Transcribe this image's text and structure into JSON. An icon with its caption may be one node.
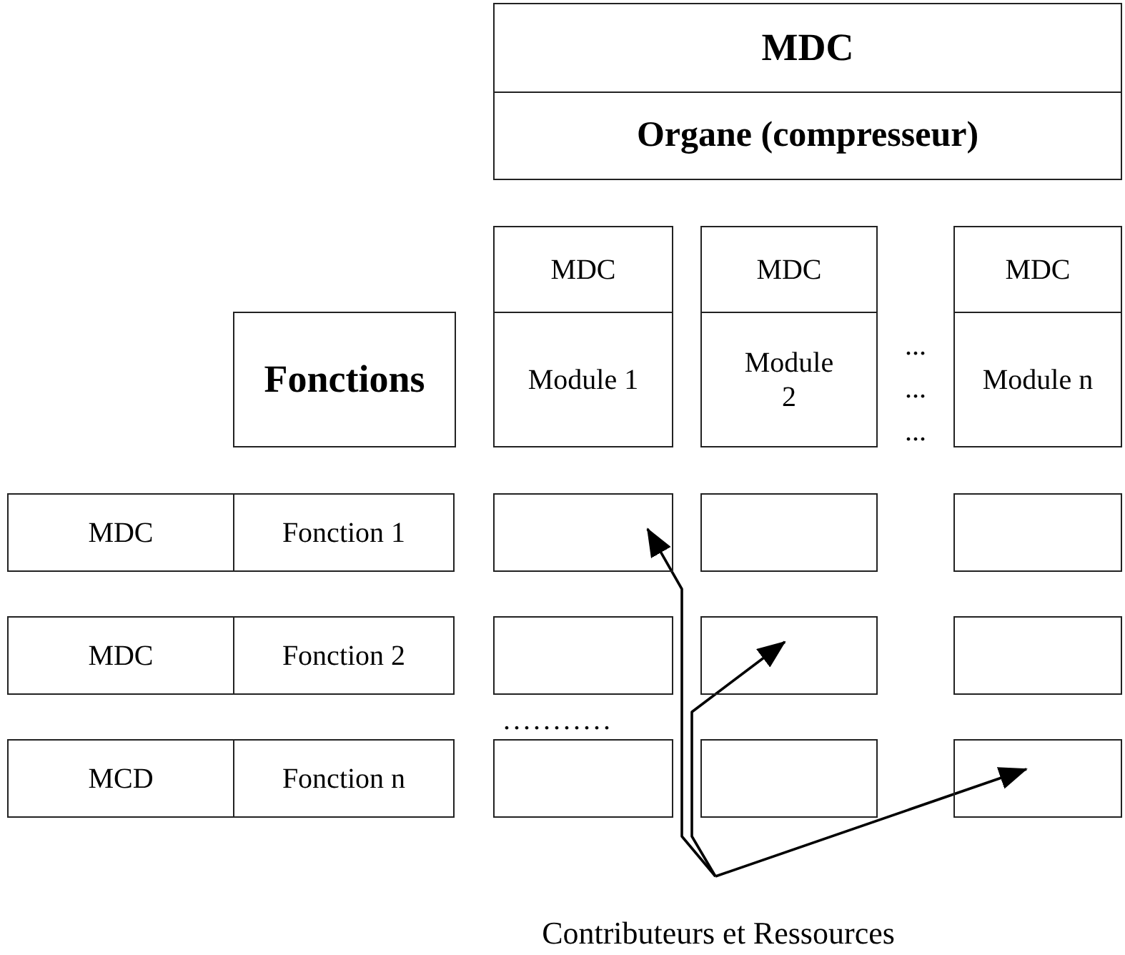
{
  "diagram": {
    "nodes": [
      {
        "text": [
          "MDC",
          "Organe (compresseur)"
        ]
      },
      {
        "text": [
          "Fonctions"
        ]
      },
      {
        "text": [
          "MDC",
          "Module 1"
        ]
      },
      {
        "text": [
          "MDC",
          "Module 2"
        ]
      },
      {
        "text": [
          "MDC",
          "Module n"
        ]
      },
      {
        "text": [
          "MDC",
          "Fonction 1"
        ]
      },
      {
        "text": [
          "MDC",
          "Fonction 2"
        ]
      },
      {
        "text": [
          "MCD",
          "Fonction n"
        ]
      },
      {
        "text": [],
        "shape": "box"
      },
      {
        "text": [],
        "shape": "box"
      },
      {
        "text": [],
        "shape": "box"
      },
      {
        "text": [],
        "shape": "box"
      },
      {
        "text": [],
        "shape": "box"
      },
      {
        "text": [],
        "shape": "box"
      },
      {
        "text": [],
        "shape": "box"
      },
      {
        "text": [],
        "shape": "box"
      },
      {
        "text": [],
        "shape": "box"
      },
      {
        "text": [
          "Contributeurs et Ressources"
        ]
      }
    ],
    "edges": [
      {
        "from": 17,
        "to": 8,
        "arrow": "to"
      },
      {
        "from": 17,
        "to": 12,
        "arrow": "to"
      },
      {
        "from": 17,
        "to": 16,
        "arrow": "to"
      }
    ],
    "labels": [
      "...",
      "...",
      "...",
      "..........."
    ]
  }
}
